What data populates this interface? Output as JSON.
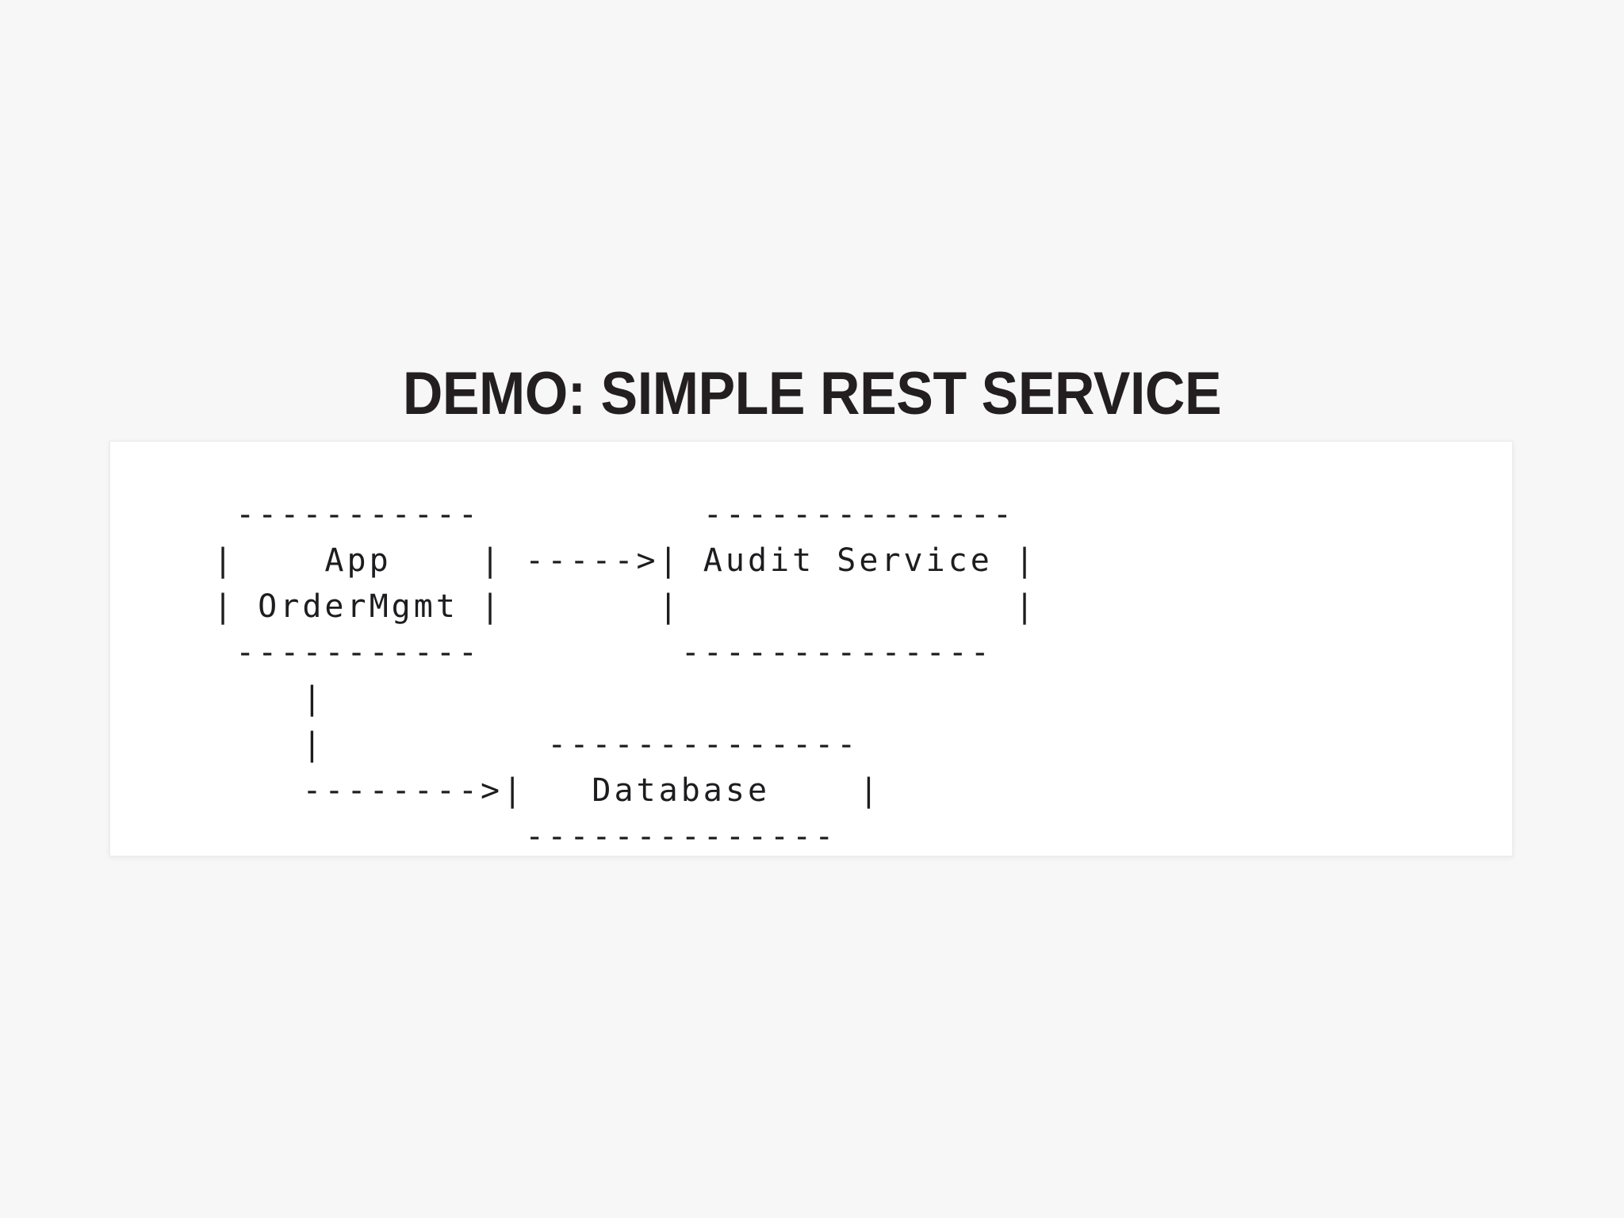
{
  "slide": {
    "title": "DEMO: SIMPLE REST SERVICE",
    "background_color": "#f7f7f7",
    "title_color": "#231f20"
  },
  "card": {
    "background_color": "#ffffff",
    "border_color": "#ececec",
    "text_color": "#1d1d1f"
  },
  "diagram": {
    "type": "ascii-architecture-diagram",
    "nodes": [
      {
        "id": "app",
        "label_line_1": "App",
        "label_line_2": "OrderMgmt"
      },
      {
        "id": "audit-service",
        "label": "Audit Service"
      },
      {
        "id": "database",
        "label": "Database"
      }
    ],
    "edges": [
      {
        "from": "app",
        "to": "audit-service",
        "arrow": "----->"
      },
      {
        "from": "app",
        "to": "database",
        "arrow": "-------->"
      }
    ],
    "ascii": " -----------          --------------\n|    App    | ----->| Audit Service |\n| OrderMgmt |       |               |\n -----------         --------------\n    |\n    |          --------------\n    -------->|   Database    |\n              --------------"
  }
}
